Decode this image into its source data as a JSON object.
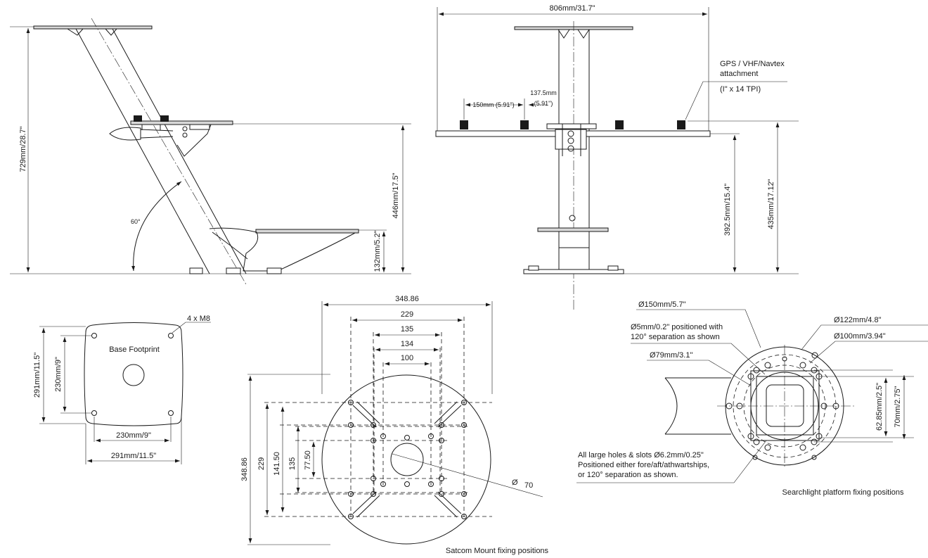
{
  "side_view": {
    "height_total": "729mm/28.7\"",
    "height_platform": "446mm/17.5\"",
    "height_lower": "132mm/5.2\"",
    "angle": "60°"
  },
  "front_view": {
    "width_total": "806mm/31.7\"",
    "spacing_150": "150mm (5.91\")",
    "spacing_137_line1": "137.5mm",
    "spacing_137_line2": "(5.91\")",
    "attachment_line1": "GPS / VHF/Navtex",
    "attachment_line2": "attachment",
    "attachment_line3": "(I\" x 14 TPI)",
    "height_392": "392.5mm/15.4\"",
    "height_435": "435mm/17.12\""
  },
  "base_footprint": {
    "title": "Base Footprint",
    "bolts": "4 x M8",
    "outer_height": "291mm/11.5\"",
    "inner_height": "230mm/9\"",
    "inner_width": "230mm/9\"",
    "outer_width": "291mm/11.5\""
  },
  "satcom": {
    "caption": "Satcom Mount fixing positions",
    "top_dims": [
      "348.86",
      "229",
      "135",
      "134",
      "100"
    ],
    "side_dims": [
      "348.86",
      "229",
      "141.50",
      "135",
      "77.50"
    ],
    "diameter_symbol": "Ø",
    "diameter_value": "70"
  },
  "searchlight": {
    "caption": "Searchlight platform fixing positions",
    "d150": "Ø150mm/5.7\"",
    "d5_line1": "Ø5mm/0.2\" positioned with",
    "d5_line2": "120° separation as shown",
    "d79": "Ø79mm/3.1\"",
    "d122": "Ø122mm/4.8\"",
    "d100": "Ø100mm/3.94\"",
    "holes_line1": "All large holes & slots Ø6.2mm/0.25\"",
    "holes_line2": "Positioned either fore/aft/athwartships,",
    "holes_line3": "or 120° separation as shown.",
    "h6285": "62.85mm/2.5\"",
    "h70": "70mm/2.75\""
  }
}
